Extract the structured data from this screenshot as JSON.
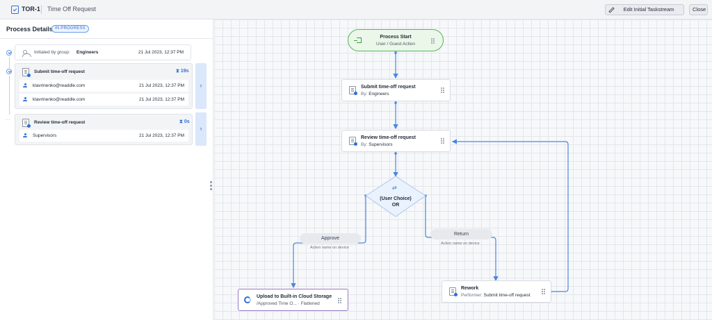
{
  "header": {
    "code": "TOR-1",
    "title": "Time Off Request",
    "edit_button": "Edit Initial Taskstream",
    "close_button": "Close"
  },
  "panel": {
    "title": "Process Details",
    "status": "IN PROGRESS",
    "initiated": {
      "prefix": "Initiated by group:",
      "group": "Engineers",
      "time": "21 Jul 2023, 12:37 PM"
    },
    "steps": [
      {
        "name": "Submit time-off request",
        "duration": "19s",
        "rows": [
          {
            "user": "klavrinenko@readdle.com",
            "time": "21 Jul 2023, 12:37 PM"
          },
          {
            "user": "klavrinenko@readdle.com",
            "time": "21 Jul 2023, 12:37 PM"
          }
        ]
      },
      {
        "name": "Review time-off request",
        "duration": "0s",
        "rows": [
          {
            "user": "Supervisors",
            "time": "21 Jul 2023, 12:37 PM"
          }
        ]
      }
    ]
  },
  "flow": {
    "start": {
      "title": "Process Start",
      "subtitle": "User / Guest Action"
    },
    "submit": {
      "title": "Submit time-off request",
      "by_prefix": "By:",
      "by": "Engineers"
    },
    "review": {
      "title": "Review time-off request",
      "by_prefix": "By:",
      "by": "Supervisors"
    },
    "choice": {
      "line1": "(User Choice)",
      "line2": "OR"
    },
    "approve": {
      "label": "Approve",
      "sub": "Action name on device"
    },
    "return": {
      "label": "Return",
      "sub": "Action name on device"
    },
    "rework": {
      "title": "Rework",
      "performer_prefix": "Performer:",
      "performer": "Submit time-off request"
    },
    "upload": {
      "title": "Upload to Built-in Cloud Storage",
      "path": "/Approved Time O...",
      "sep": "·",
      "mode": "Flattened"
    }
  },
  "colors": {
    "accent": "#2f6fd6",
    "start_green": "#58b45a",
    "upload_purple": "#9a7cc7"
  }
}
